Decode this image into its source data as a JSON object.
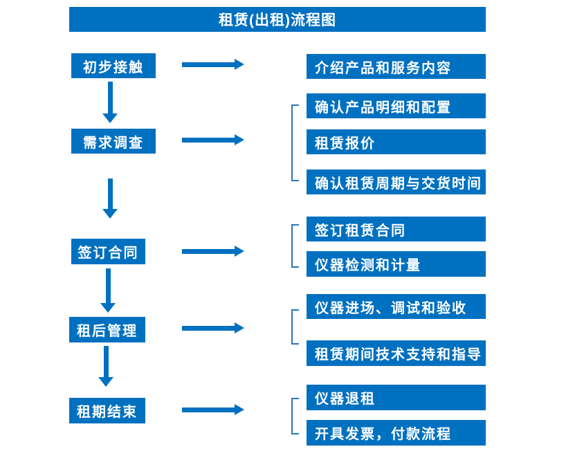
{
  "title": "租赁(出租)流程图",
  "colors": {
    "primary": "#0070C0",
    "bracket": "#2E75B6",
    "text": "#FFFFFF",
    "background": "#FFFFFF"
  },
  "steps": [
    {
      "label": "初步接触",
      "outputs": [
        "介绍产品和服务内容"
      ]
    },
    {
      "label": "需求调查",
      "outputs": [
        "确认产品明细和配置",
        "租赁报价",
        "确认租赁周期与交货时间"
      ]
    },
    {
      "label": "签订合同",
      "outputs": [
        "签订租赁合同",
        "仪器检测和计量"
      ]
    },
    {
      "label": "租后管理",
      "outputs": [
        "仪器进场、调试和验收",
        "租赁期间技术支持和指导"
      ]
    },
    {
      "label": "租期结束",
      "outputs": [
        "仪器退租",
        "开具发票，付款流程"
      ]
    }
  ]
}
